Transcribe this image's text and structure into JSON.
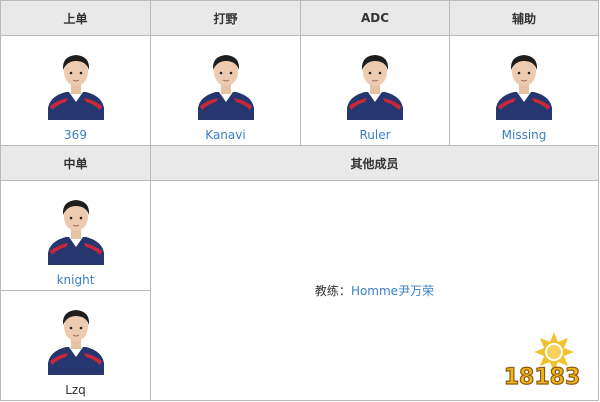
{
  "headers": {
    "top": "上单",
    "jungle": "打野",
    "adc": "ADC",
    "support": "辅助",
    "mid": "中单",
    "others": "其他成员"
  },
  "players": [
    {
      "role": "top",
      "name": "369",
      "link": true
    },
    {
      "role": "jungle",
      "name": "Kanavi",
      "link": true
    },
    {
      "role": "adc",
      "name": "Ruler",
      "link": true
    },
    {
      "role": "support",
      "name": "Missing",
      "link": true
    },
    {
      "role": "mid",
      "name": "knight",
      "link": true
    },
    {
      "role": "mid-sub",
      "name": "Lzq",
      "link": false
    }
  ],
  "coach": {
    "label": "教练：",
    "name": "Homme尹万荣"
  },
  "watermark": {
    "text": "18183"
  },
  "colors": {
    "link": "#3a7fc4",
    "header_bg": "#e9e9e9",
    "border": "#b9b9b9",
    "jersey": "#25376e",
    "jersey_red": "#c9283a"
  }
}
